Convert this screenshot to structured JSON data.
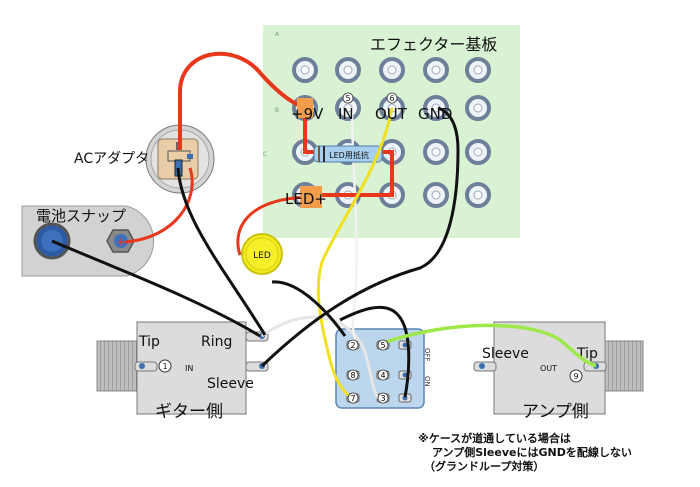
{
  "board": {
    "title": "エフェクター基板",
    "terminals": {
      "v9": "+9V",
      "in": "IN",
      "out": "OUT",
      "gnd": "GND",
      "led_plus": "LED+"
    },
    "pin_in": "5",
    "pin_out": "6",
    "resistor_label": "LED用抵抗",
    "row_letters": [
      "A",
      "B",
      "C"
    ]
  },
  "ac_adapter": {
    "label": "ACアダプタ"
  },
  "battery": {
    "label": "電池スナップ",
    "plus": "+"
  },
  "led": {
    "label": "LED"
  },
  "guitar_jack": {
    "label": "ギター側",
    "tip": "Tip",
    "ring": "Ring",
    "sleeve": "Sleeve",
    "in_mark": "IN",
    "pin": "1"
  },
  "amp_jack": {
    "label": "アンプ側",
    "sleeve": "Sleeve",
    "tip": "Tip",
    "out_mark": "OUT",
    "pin": "9"
  },
  "switch": {
    "pins": [
      "2",
      "4",
      "8",
      "5",
      "7",
      "3"
    ],
    "off_mark": "OFF",
    "on_mark": "ON"
  },
  "note": {
    "line1": "※ケースが道通している場合は",
    "line2": "アンプ側SleeveにはGNDを配線しない",
    "line3": "（グランドループ対策）"
  },
  "colors": {
    "board": "#d9f2d4",
    "pad_ring": "#6e7f9a",
    "terminal_orange": "#f39c4a",
    "wire_red": "#e8371a",
    "wire_black": "#111111",
    "wire_yellow": "#f0e020",
    "wire_white": "#e6e6e6",
    "wire_green": "#9ee84a",
    "jack_body": "#dcdcdc",
    "switch_body": "#bcd6ee",
    "led_yellow": "#f2ea1a",
    "resistor": "#a9cfee"
  }
}
